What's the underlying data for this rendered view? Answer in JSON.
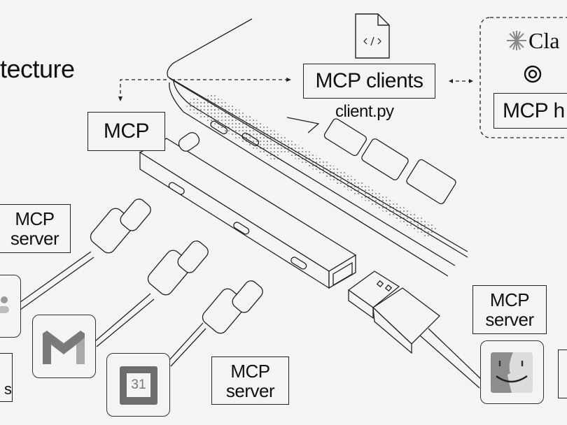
{
  "title_fragment": "tecture",
  "clients": {
    "label": "MCP clients",
    "file": "client.py",
    "file_icon": "code-file-icon"
  },
  "mcp_label": "MCP",
  "hosts": {
    "claude_fragment": "Cla",
    "host_fragment": "MCP h",
    "icons": [
      "claude-icon",
      "openai-icon"
    ]
  },
  "servers": [
    {
      "line1": "MCP",
      "line2": "server"
    },
    {
      "line1": "MCP",
      "line2": "server"
    },
    {
      "line1": "MCP",
      "line2": "server"
    }
  ],
  "partial_left_box": "s",
  "apps": [
    {
      "icon": "slack-icon"
    },
    {
      "icon": "gmail-icon"
    },
    {
      "icon": "google-calendar-icon",
      "text": "31"
    },
    {
      "icon": "finder-icon"
    }
  ],
  "colors": {
    "background": "#f4f4f4",
    "line": "#222222",
    "icon_gray": "#8a8a8a"
  }
}
